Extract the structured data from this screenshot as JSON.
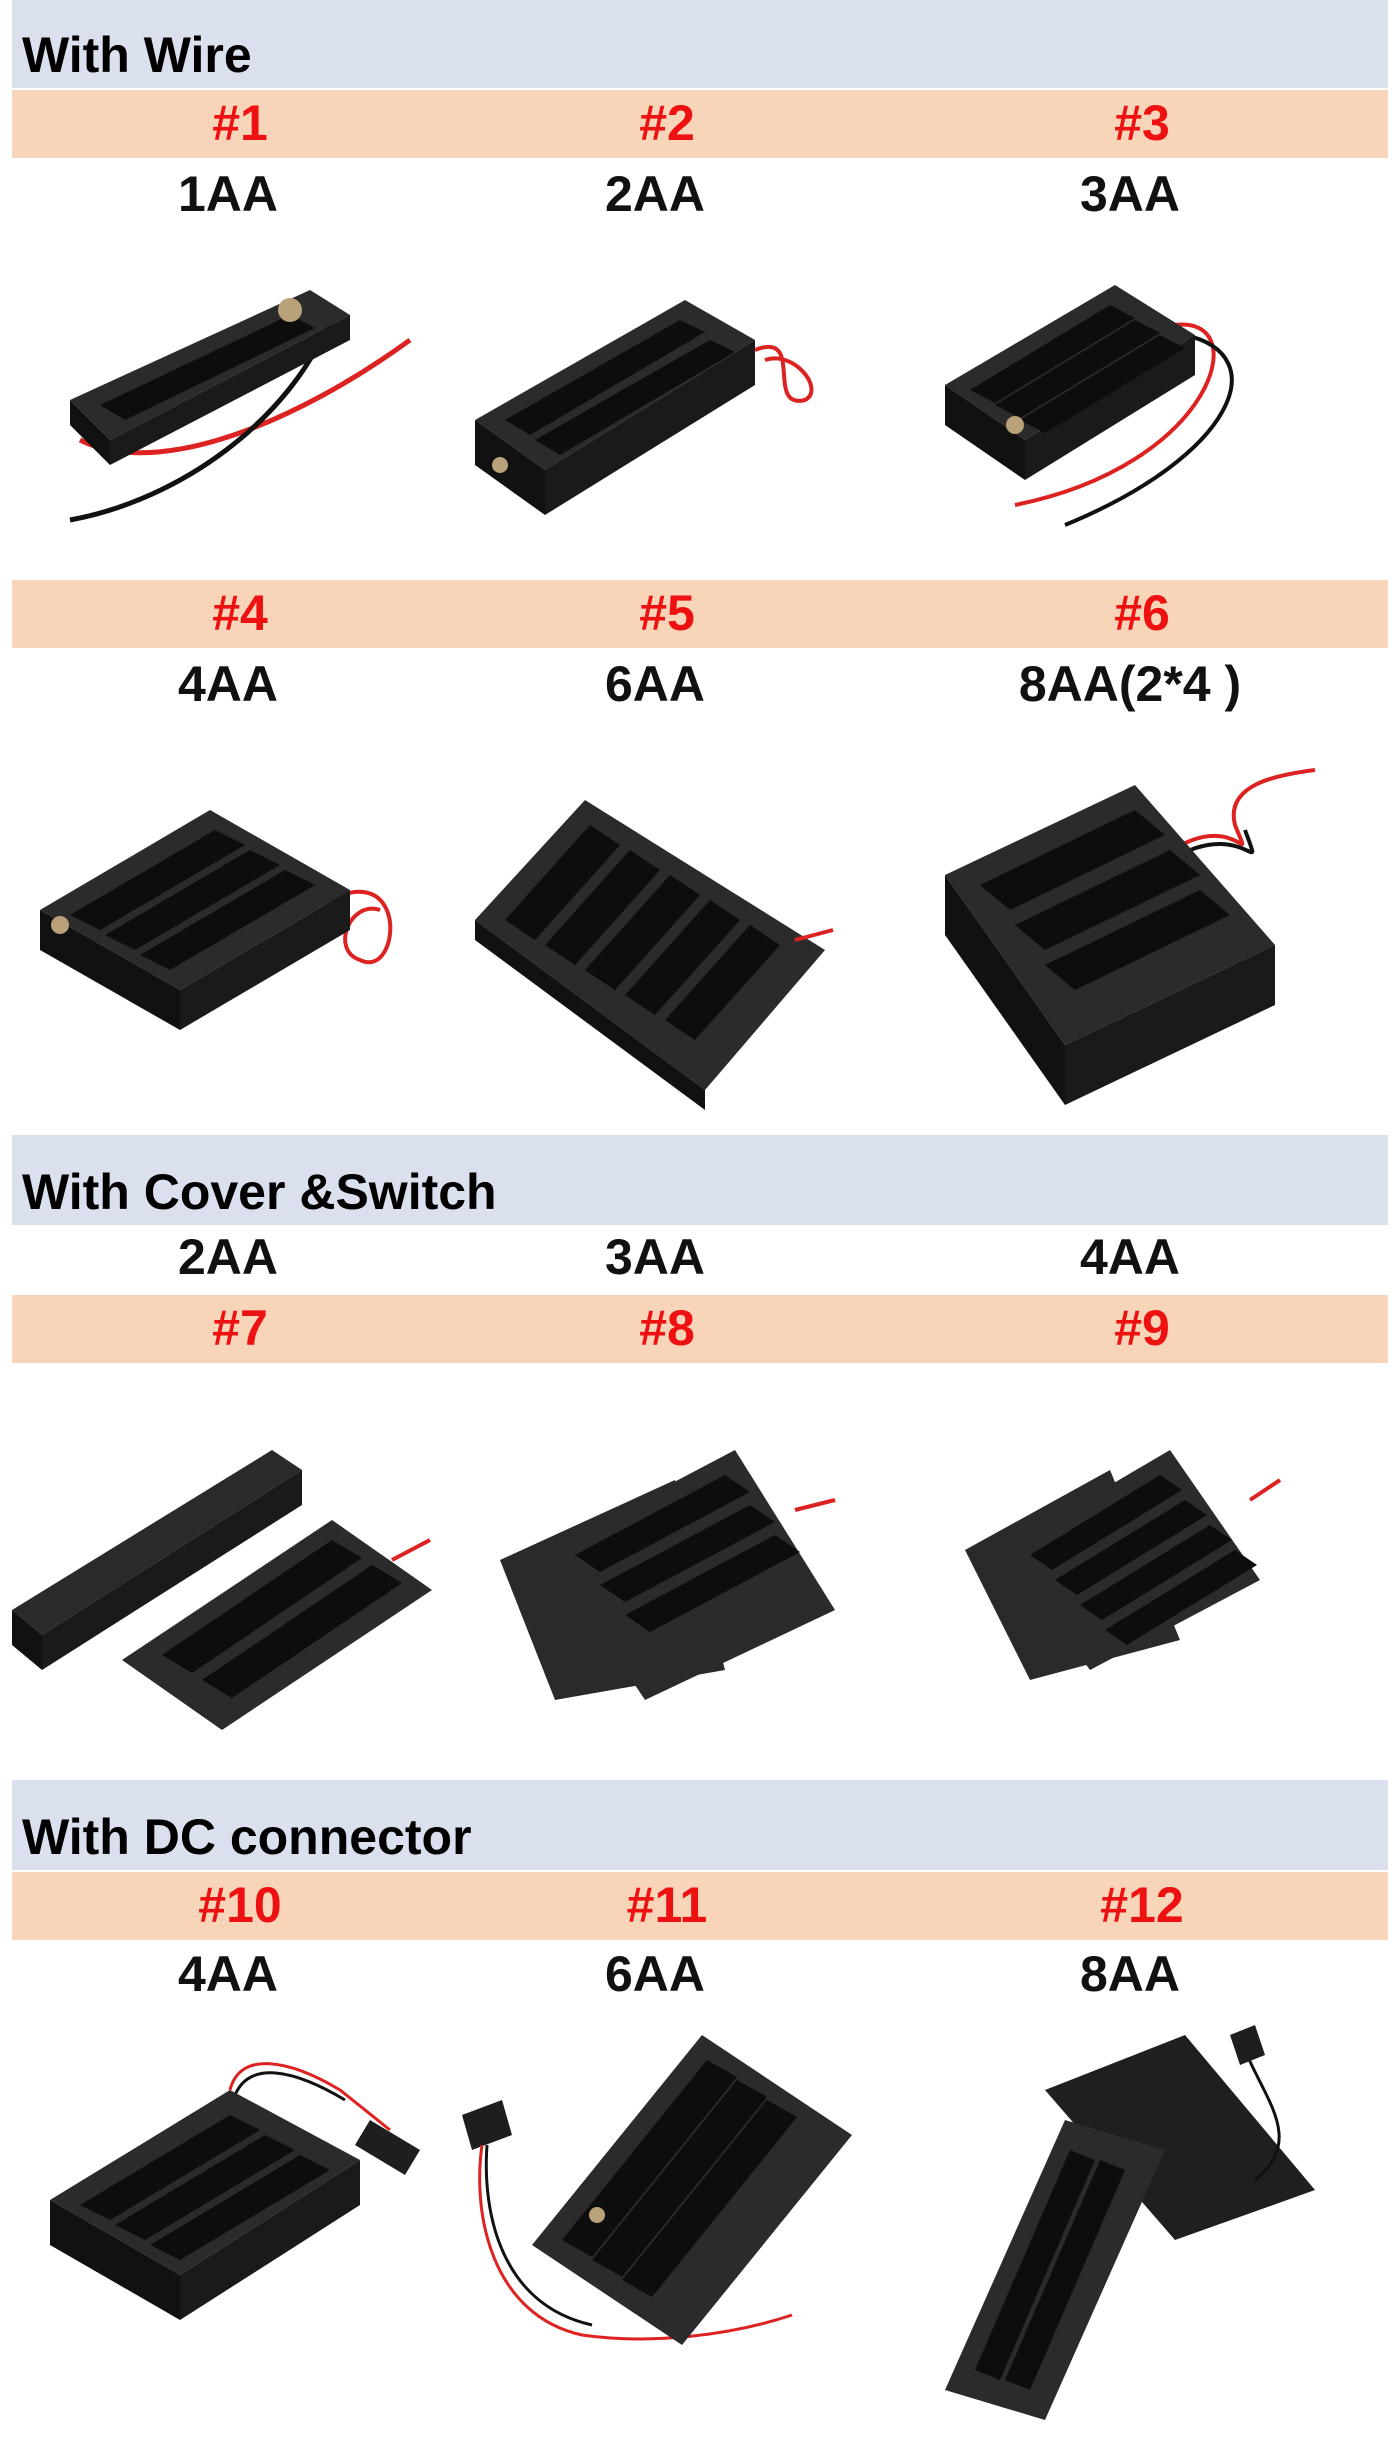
{
  "sections": [
    {
      "title": "With Wire"
    },
    {
      "title": "With Cover &Switch"
    },
    {
      "title": "With DC connector"
    }
  ],
  "items": [
    {
      "number": "#1",
      "label": "1AA"
    },
    {
      "number": "#2",
      "label": "2AA"
    },
    {
      "number": "#3",
      "label": "3AA"
    },
    {
      "number": "#4",
      "label": "4AA"
    },
    {
      "number": "#5",
      "label": "6AA"
    },
    {
      "number": "#6",
      "label": "8AA(2*4 )"
    },
    {
      "number": "#7",
      "label": "2AA"
    },
    {
      "number": "#8",
      "label": "3AA"
    },
    {
      "number": "#9",
      "label": "4AA"
    },
    {
      "number": "#10",
      "label": "4AA"
    },
    {
      "number": "#11",
      "label": "6AA"
    },
    {
      "number": "#12",
      "label": "8AA"
    }
  ],
  "colors": {
    "section_band": "#dbe0ef",
    "number_band": "#f8d4b8",
    "number_text": "#ee1111",
    "holder": "#1a1a1a",
    "wire_red": "#dd2222"
  }
}
